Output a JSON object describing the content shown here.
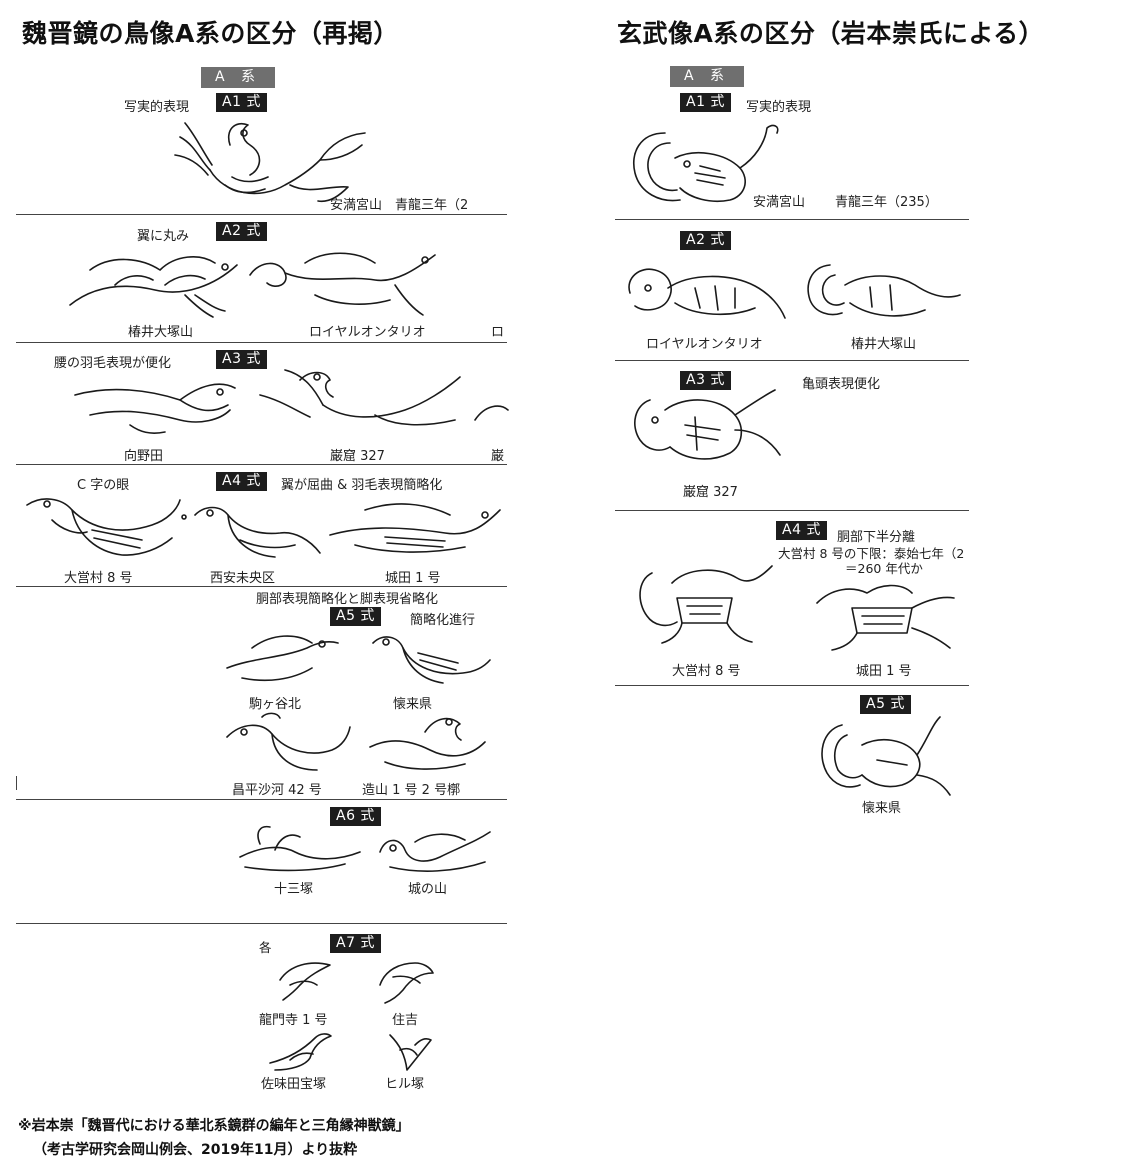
{
  "left_panel": {
    "title": "魏晋鏡の鳥像A系の区分（再掲）",
    "series_header": "A 系",
    "types": {
      "a1": {
        "tag": "A1 式",
        "note": "写実的表現",
        "labels": [
          "安満宮山　青龍三年（2"
        ]
      },
      "a2": {
        "tag": "A2 式",
        "note": "翼に丸み",
        "labels": [
          "椿井大塚山",
          "ロイヤルオンタリオ",
          "ロ"
        ]
      },
      "a3": {
        "tag": "A3 式",
        "note": "腰の羽毛表現が便化",
        "labels": [
          "向野田",
          "巌窟 327",
          "巌"
        ]
      },
      "a4": {
        "tag": "A4 式",
        "note_left": "C 字の眼",
        "note": "翼が屈曲 & 羽毛表現簡略化",
        "labels": [
          "大営村 8 号",
          "西安未央区",
          "城田 1 号"
        ]
      },
      "a5": {
        "tag": "A5 式",
        "note_top": "胴部表現簡略化と脚表現省略化",
        "note": "簡略化進行",
        "labels": [
          "駒ヶ谷北",
          "懐来県",
          "昌平沙河 42 号",
          "造山 1 号 2 号槨"
        ]
      },
      "a6": {
        "tag": "A6 式",
        "labels": [
          "十三塚",
          "城の山"
        ]
      },
      "a7": {
        "tag": "A7 式",
        "note": "各",
        "labels": [
          "龍門寺 1 号",
          "住吉",
          "佐味田宝塚",
          "ヒル塚"
        ]
      }
    }
  },
  "right_panel": {
    "title": "玄武像A系の区分（岩本崇氏による）",
    "series_header": "A 系",
    "types": {
      "a1": {
        "tag": "A1 式",
        "note": "写実的表現",
        "labels": [
          "安満宮山",
          "青龍三年（235）"
        ]
      },
      "a2": {
        "tag": "A2 式",
        "labels": [
          "ロイヤルオンタリオ",
          "椿井大塚山"
        ]
      },
      "a3": {
        "tag": "A3 式",
        "note": "亀頭表現便化",
        "labels": [
          "巌窟 327"
        ]
      },
      "a4": {
        "tag": "A4 式",
        "note": "胴部下半分離",
        "note2": "大営村 8 号の下限：泰始七年（2",
        "note3": "＝260 年代か",
        "labels": [
          "大営村 8 号",
          "城田 1 号"
        ]
      },
      "a5": {
        "tag": "A5 式",
        "labels": [
          "懐来県"
        ]
      }
    }
  },
  "footnote": {
    "line1": "※岩本崇「魏晋代における華北系鏡群の編年と三角縁神獣鏡」",
    "line2": "（考古学研究会岡山例会、2019年11月）より抜粋"
  }
}
